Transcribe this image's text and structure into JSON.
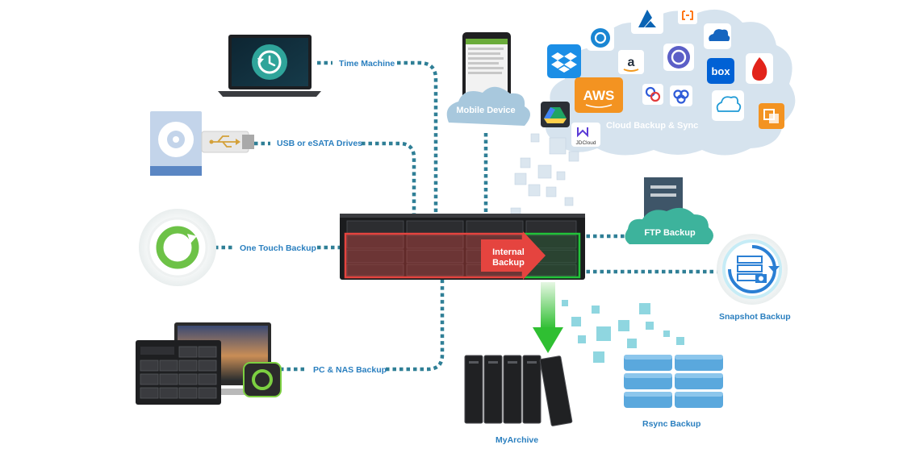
{
  "labels": {
    "time_machine": "Time Machine",
    "usb_drives": "USB or eSATA Drives",
    "one_touch": "One Touch Backup",
    "pc_nas": "PC & NAS Backup",
    "mobile_device": "Mobile Device",
    "cloud": "Cloud  Backup & Sync",
    "ftp": "FTP Backup",
    "snapshot": "Snapshot Backup",
    "internal_line1": "Internal",
    "internal_line2": "Backup",
    "myarchive": "MyArchive",
    "rsync": "Rsync Backup"
  },
  "cloud_services": {
    "aws": "AWS",
    "box": "box",
    "jdcloud": "JDCloud",
    "amazon_letter": "a"
  },
  "icons": [
    "azure-icon",
    "alibaba-cloud-icon",
    "sync-icon",
    "onedrive-icon",
    "dropbox-icon",
    "amazon-drive-icon",
    "hicloud-icon",
    "box-icon",
    "backblaze-icon",
    "aws-icon",
    "baidu-icon",
    "google-drive-icon",
    "jdcloud-icon",
    "ibm-cloud-icon",
    "google-cloud-icon"
  ],
  "colors": {
    "connector": "#2f7f96",
    "label": "#2a7fbf",
    "cloud": "#d6e3ee",
    "ftp_cloud": "#3db39c",
    "mobile_cloud": "#a8c8dd",
    "internal_red": "#e5443f",
    "internal_green": "#22c33a",
    "rsync_blue": "#5aa8dd"
  }
}
